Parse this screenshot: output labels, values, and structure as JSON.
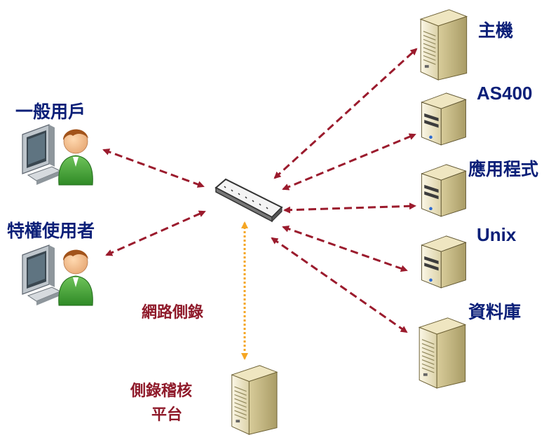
{
  "labels": {
    "general_user": "一般用戶",
    "privileged_user": "特權使用者",
    "network_tap": "網路側錄",
    "audit_platform_line1": "側錄稽核",
    "audit_platform_line2": "平台",
    "mainframe": "主機",
    "as400": "AS400",
    "application": "應用程式",
    "unix": "Unix",
    "database": "資料庫"
  },
  "colors": {
    "arrow_red": "#9b1b2d",
    "arrow_orange": "#f5a623",
    "label_navy": "#0b1f78",
    "label_maroon": "#8f1a2a"
  },
  "icons": [
    "user-workstation-icon",
    "network-switch-icon",
    "server-tower-icon",
    "server-box-icon"
  ]
}
